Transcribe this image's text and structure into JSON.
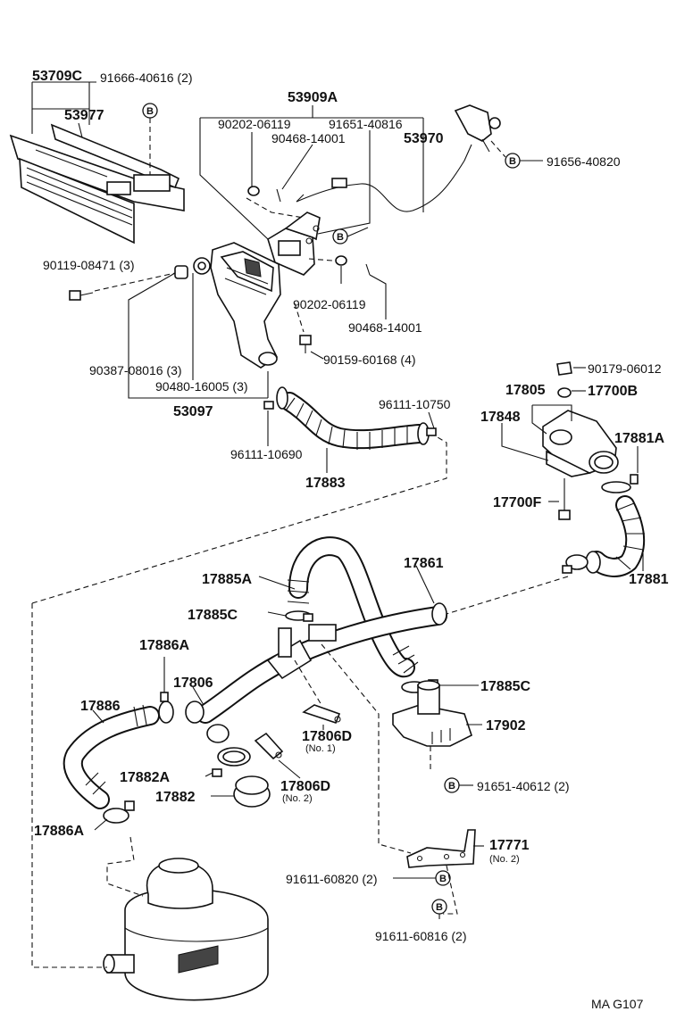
{
  "diagram": {
    "code": "MA G107",
    "symbol_b": "B",
    "labels": {
      "p53709C": "53709C",
      "p91666": "91666-40616 (2)",
      "p53977": "53977",
      "p53909A": "53909A",
      "p90202a": "90202-06119",
      "p91651_816": "91651-40816",
      "p90468a": "90468-14001",
      "p53970": "53970",
      "p91656": "91656-40820",
      "p90119": "90119-08471 (3)",
      "p90202b": "90202-06119",
      "p90468b": "90468-14001",
      "p90387": "90387-08016 (3)",
      "p90159": "90159-60168 (4)",
      "p90480": "90480-16005 (3)",
      "p53097": "53097",
      "p90179": "90179-06012",
      "p17805": "17805",
      "p17700B": "17700B",
      "p96111_750": "96111-10750",
      "p17848": "17848",
      "p17881A": "17881A",
      "p96111_690": "96111-10690",
      "p17883": "17883",
      "p17700F": "17700F",
      "p17885A": "17885A",
      "p17861": "17861",
      "p17881": "17881",
      "p17885C_a": "17885C",
      "p17886A_a": "17886A",
      "p17806": "17806",
      "p17885C_b": "17885C",
      "p17886": "17886",
      "p17902": "17902",
      "p17806D1": "17806D",
      "p17806D1_sub": "(No. 1)",
      "p91651_612": "91651-40612 (2)",
      "p17882A": "17882A",
      "p17806D2": "17806D",
      "p17806D2_sub": "(No. 2)",
      "p17882": "17882",
      "p17886A_b": "17886A",
      "p17771": "17771",
      "p17771_sub": "(No. 2)",
      "p91611_820": "91611-60820 (2)",
      "p91611_816": "91611-60816 (2)"
    }
  }
}
